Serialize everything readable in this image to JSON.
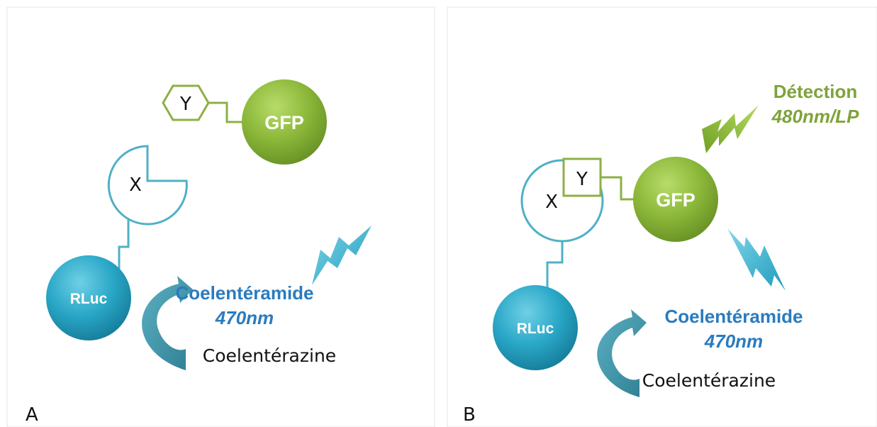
{
  "panels": [
    {
      "label": "A",
      "x_label": "X",
      "y_label": "Y",
      "gfp_label": "GFP",
      "rluc_label": "RLuc",
      "product_label": "Coelentéramide",
      "product_wavelength": "470nm",
      "substrate_label": "Coelentérazine"
    },
    {
      "label": "B",
      "x_label": "X",
      "y_label": "Y",
      "gfp_label": "GFP",
      "rluc_label": "RLuc",
      "product_label": "Coelentéramide",
      "product_wavelength": "470nm",
      "substrate_label": "Coelentérazine",
      "detection_label": "Détection",
      "detection_value": "480nm/LP"
    }
  ],
  "colors": {
    "x_outline": "#4fb0c6",
    "y_outline": "#8cb045",
    "gfp_fill": "#8cb83a",
    "rluc_fill": "#2aa7c7",
    "blue_text": "#2a7bbf",
    "green_text": "#7fa33a",
    "arrow_fill": "#3d93a8",
    "bolt_blue": "#3cb2cc",
    "bolt_green": "#8cbf3a"
  }
}
